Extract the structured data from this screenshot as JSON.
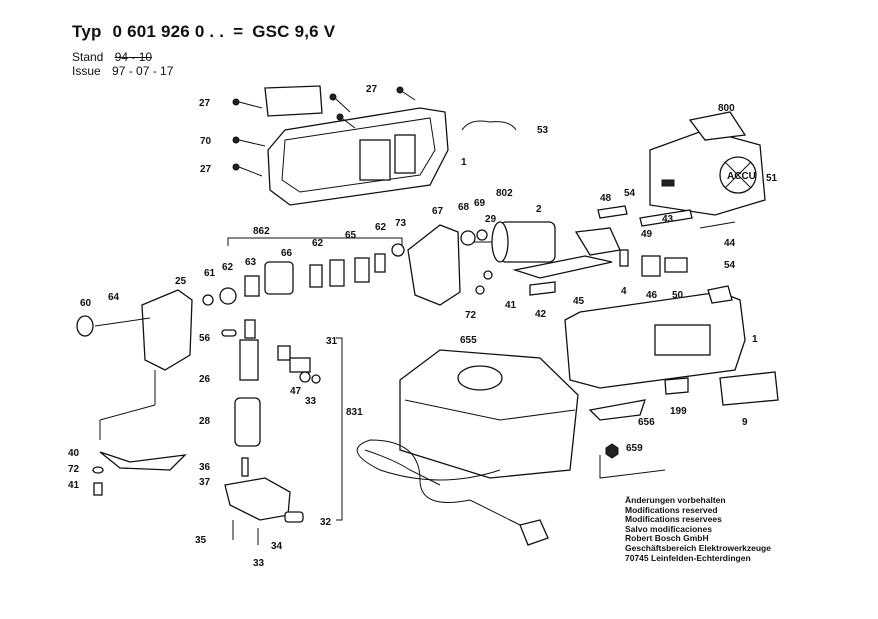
{
  "header": {
    "type_label": "Typ",
    "type_number": "0 601 926 0 . .",
    "equals": "=",
    "model": "GSC 9,6 V"
  },
  "meta": {
    "stand_label": "Stand",
    "stand_value": "94 - 10",
    "issue_label": "Issue",
    "issue_value": "97 - 07 - 17"
  },
  "notes": [
    "Änderungen vorbehalten",
    "Modifications reserved",
    "Modifications reservees",
    "Salvo modificaciones",
    "Robert Bosch GmbH",
    "Geschäftsbereich Elektrowerkzeuge",
    "70745 Leinfelden-Echterdingen"
  ],
  "battery_logo": "ACCU",
  "part_labels": {
    "p27a": "27",
    "p27b": "27",
    "p27c": "27",
    "p70": "70",
    "p53": "53",
    "p1a": "1",
    "p800": "800",
    "p51": "51",
    "p802": "802",
    "p2": "2",
    "p68": "68",
    "p69": "69",
    "p29": "29",
    "p67": "67",
    "p73": "73",
    "p862": "862",
    "p62a": "62",
    "p62b": "62",
    "p62c": "62",
    "p65": "65",
    "p66": "66",
    "p63": "63",
    "p61": "61",
    "p25": "25",
    "p60": "60",
    "p64": "64",
    "p56": "56",
    "p26": "26",
    "p28": "28",
    "p36": "36",
    "p37": "37",
    "p40": "40",
    "p72a": "72",
    "p41a": "41",
    "p35": "35",
    "p33a": "33",
    "p33b": "33",
    "p34": "34",
    "p32": "32",
    "p31": "31",
    "p47": "47",
    "p831": "831",
    "p655": "655",
    "p72b": "72",
    "p41b": "41",
    "p42": "42",
    "p45": "45",
    "p4": "4",
    "p46": "46",
    "p50": "50",
    "p54a": "54",
    "p54b": "54",
    "p48": "48",
    "p49": "49",
    "p43": "43",
    "p44": "44",
    "p1b": "1",
    "p199": "199",
    "p656": "656",
    "p9": "9",
    "p659": "659"
  }
}
